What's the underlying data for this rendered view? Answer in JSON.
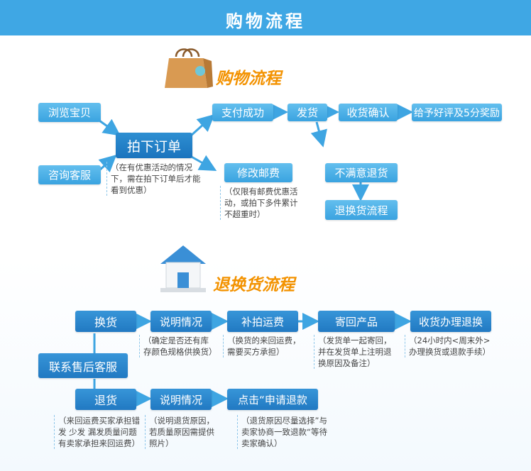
{
  "header": {
    "title": "购物流程"
  },
  "shopping": {
    "title": "购物流程",
    "browse": "浏览宝贝",
    "consult": "咨询客服",
    "order": "拍下订单",
    "order_note": "（在有优惠活动的情况下，需在拍下订单后才能看到优惠）",
    "pay": "支付成功",
    "ship": "发货",
    "confirm": "收货确认",
    "review": "给予好评及5分奖励",
    "modify": "修改邮费",
    "modify_note": "（仅限有邮费优惠活动，或拍下多件累计不超重时）",
    "unsatisfied": "不满意退货",
    "return_flow": "退换货流程"
  },
  "returns": {
    "title": "退换货流程",
    "contact": "联系售后客服",
    "exchange": "换货",
    "explain1": "说明情况",
    "explain1_note": "（确定是否还有库存颜色规格供换货）",
    "reship": "补拍运费",
    "reship_note": "（换货的来回运费，需要买方承担）",
    "send_back": "寄回产品",
    "send_back_note": "（发货单一起寄回，并在发货单上注明退换原因及备注）",
    "receive": "收货办理退换",
    "receive_note": "（24小时内<周末外>办理换货或退款手续）",
    "refund": "退货",
    "refund_note": "（来回运费买家承担错发 少发 漏发质量问题有卖家承担来回运费）",
    "explain2": "说明情况",
    "explain2_note": "（说明退货原因，若质量原因需提供照片）",
    "apply": "点击“申请退款",
    "apply_note": "（退货原因尽量选择”与卖家协商一致退款“等待卖家确认）"
  },
  "colors": {
    "header": "#3fa7e4",
    "box": "#4fb2e8",
    "box_dark": "#1f78c1",
    "accent": "#f39200"
  }
}
